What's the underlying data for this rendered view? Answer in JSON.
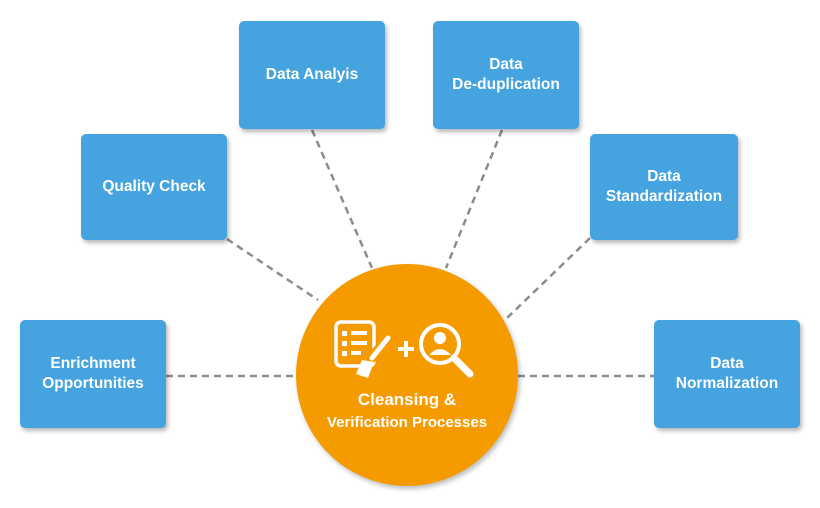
{
  "hub": {
    "line1": "Cleansing &",
    "line2": "Verification Processes",
    "icons": [
      "checklist-icon",
      "plus-icon",
      "magnifier-person-icon"
    ]
  },
  "nodes": {
    "enrichment": {
      "line1": "Enrichment",
      "line2": "Opportunities"
    },
    "quality": {
      "line1": "Quality Check"
    },
    "analysis": {
      "line1": "Data Analyis"
    },
    "dedup": {
      "line1": "Data",
      "line2": "De-duplication"
    },
    "standardization": {
      "line1": "Data",
      "line2": "Standardization"
    },
    "normalization": {
      "line1": "Data",
      "line2": "Normalization"
    }
  },
  "colors": {
    "box": "#45a3df",
    "hub": "#f59b00",
    "connector": "#8c8c8c"
  }
}
